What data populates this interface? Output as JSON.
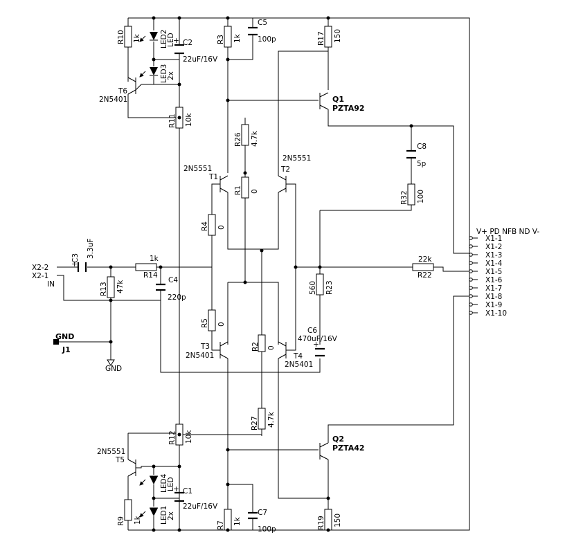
{
  "components": {
    "R10": {
      "name": "R10",
      "value": "1k"
    },
    "R3": {
      "name": "R3",
      "value": "1k"
    },
    "R17": {
      "name": "R17",
      "value": "150"
    },
    "R11": {
      "name": "R11",
      "value": "10k"
    },
    "R26": {
      "name": "R26",
      "value": "4.7k"
    },
    "R1": {
      "name": "R1",
      "value": "0"
    },
    "R32": {
      "name": "R32",
      "value": "100"
    },
    "R4": {
      "name": "R4",
      "value": "0"
    },
    "R14": {
      "name": "R14",
      "value": "1k"
    },
    "R13": {
      "name": "R13",
      "value": "47k"
    },
    "R22": {
      "name": "R22",
      "value": "22k"
    },
    "R23": {
      "name": "R23",
      "value": "560"
    },
    "R5": {
      "name": "R5",
      "value": "0"
    },
    "R2": {
      "name": "R2",
      "value": "0"
    },
    "R27": {
      "name": "R27",
      "value": "4.7k"
    },
    "R12": {
      "name": "R12",
      "value": "10k"
    },
    "R9": {
      "name": "R9",
      "value": "1k"
    },
    "R7": {
      "name": "R7",
      "value": "1k"
    },
    "R19": {
      "name": "R19",
      "value": "150"
    },
    "C2": {
      "name": "C2",
      "value": "22uF/16V"
    },
    "C5": {
      "name": "C5",
      "value": "100p"
    },
    "C8": {
      "name": "C8",
      "value": "5p"
    },
    "C3": {
      "name": "C3",
      "value": "3.3uF"
    },
    "C4": {
      "name": "C4",
      "value": "220p"
    },
    "C6": {
      "name": "C6",
      "value": "470uF/16V"
    },
    "C1": {
      "name": "C1",
      "value": "22uF/16V"
    },
    "C7": {
      "name": "C7",
      "value": "100p"
    },
    "LED2": {
      "name": "LED2",
      "value": "LED"
    },
    "LED3": {
      "name": "LED3",
      "value": "2x"
    },
    "LED4": {
      "name": "LED4",
      "value": "LED"
    },
    "LED1": {
      "name": "LED1",
      "value": "2x"
    },
    "T6": {
      "name": "T6",
      "value": "2N5401"
    },
    "Q1": {
      "name": "Q1",
      "value": "PZTA92"
    },
    "T1": {
      "name": "T1",
      "value": "2N5551"
    },
    "T2": {
      "name": "T2",
      "value": "2N5551"
    },
    "T3": {
      "name": "T3",
      "value": "2N5401"
    },
    "T4": {
      "name": "T4",
      "value": "2N5401"
    },
    "T5": {
      "name": "T5",
      "value": "2N5551"
    },
    "Q2": {
      "name": "Q2",
      "value": "PZTA42"
    }
  },
  "input": {
    "x2_2": "X2-2",
    "x2_1": "X2-1",
    "in": "IN"
  },
  "ground": {
    "gnd_label": "GND",
    "j1": "J1",
    "gnd_symbol": "GND"
  },
  "connector": {
    "header": "V+ PD NFB ND V-",
    "pins": [
      "X1-1",
      "X1-2",
      "X1-3",
      "X1-4",
      "X1-5",
      "X1-6",
      "X1-7",
      "X1-8",
      "X1-9",
      "X1-10"
    ]
  }
}
